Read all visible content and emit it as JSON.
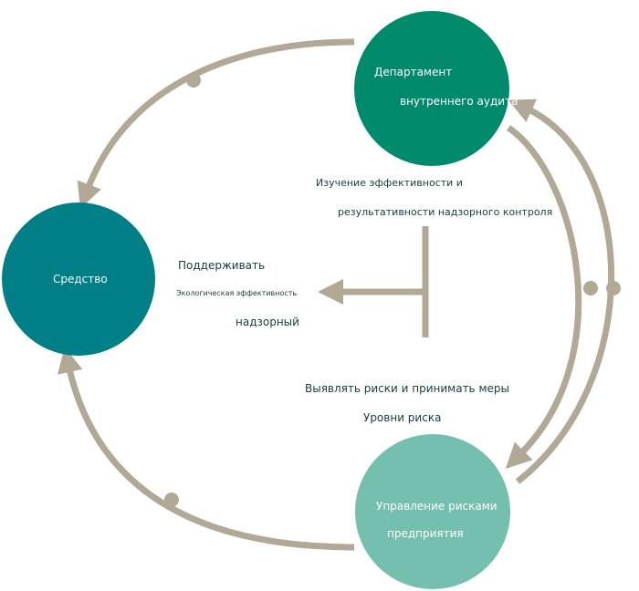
{
  "nodes": {
    "audit": {
      "line1": "Департамент",
      "line2": "внутреннего аудита",
      "color": "#008a6c"
    },
    "means": {
      "label": "Средство",
      "color": "#007f87"
    },
    "risk": {
      "line1": "Управление рисками",
      "line2": "предприятия",
      "color": "#75bfae"
    }
  },
  "labels": {
    "study_line1": "Изучение эффективности и",
    "study_line2": "результативности надзорного контроля",
    "maintain_line1": "Поддерживать",
    "maintain_line2": "Экологическая эффективность",
    "maintain_line3": "надзорный",
    "identify_line1": "Выявлять риски и принимать меры",
    "identify_line2": "Уровни риска"
  },
  "colors": {
    "arrow": "#b2a896",
    "text": "#173d3d"
  }
}
